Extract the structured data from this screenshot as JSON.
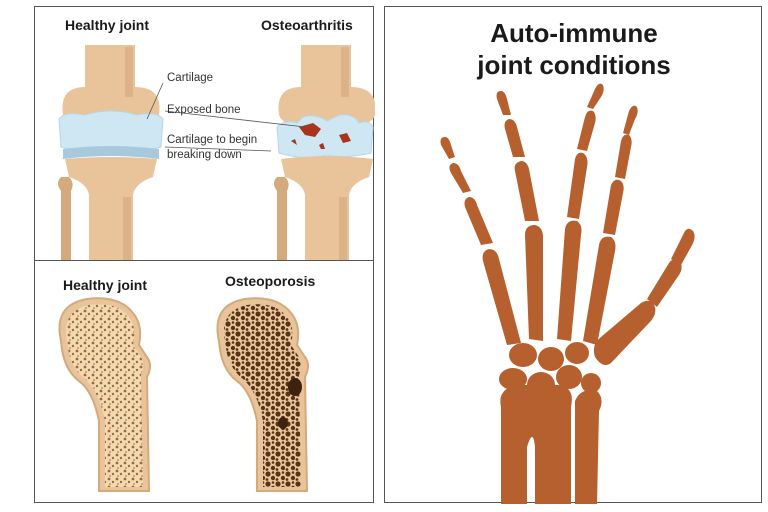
{
  "osteoarthritis_panel": {
    "left_heading": "Healthy joint",
    "right_heading": "Osteoarthritis",
    "callouts": {
      "cartilage": "Cartilage",
      "exposed_bone": "Exposed bone",
      "breaking_line1": "Cartilage to begin",
      "breaking_line2": "breaking down"
    }
  },
  "osteoporosis_panel": {
    "left_heading": "Healthy joint",
    "right_heading": "Osteoporosis"
  },
  "hand_panel": {
    "title_line1": "Auto-immune",
    "title_line2": "joint conditions"
  },
  "colors": {
    "bone_tan": "#e9c49b",
    "bone_shadow": "#d4a97b",
    "cartilage_blue": "#cfe6f3",
    "meniscus_blue": "#a8c9dd",
    "lesion_red": "#a8341e",
    "hand_bone": "#b5602e",
    "spongy_light": "#f2d9b0",
    "spongy_dots": "#9a6a3c",
    "porous_bg": "#5a3218"
  }
}
